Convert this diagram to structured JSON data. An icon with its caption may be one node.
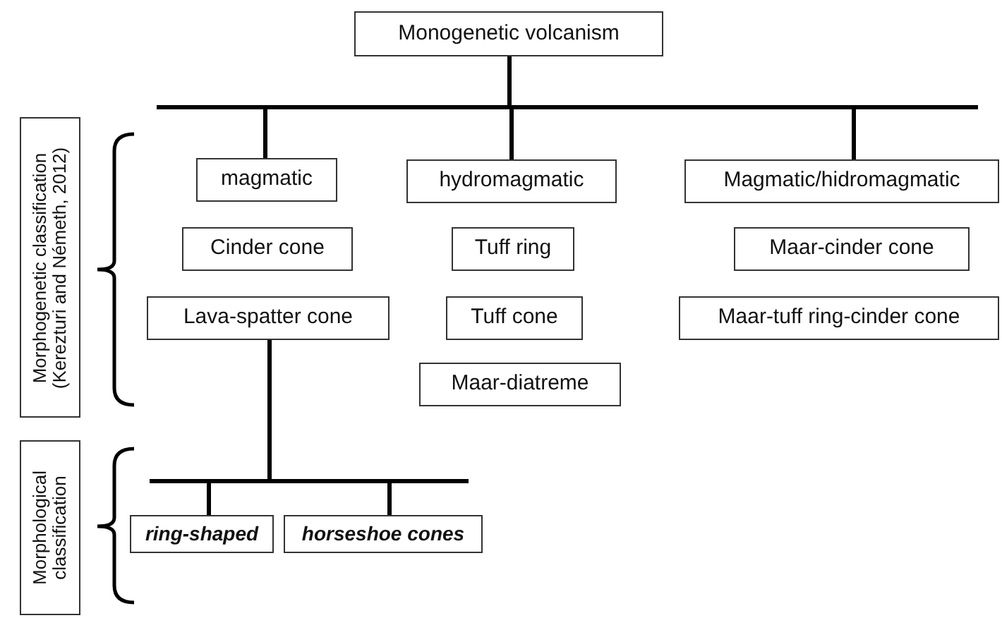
{
  "diagram": {
    "nodes": [
      {
        "text": [
          "Monogenetic volcanism"
        ]
      },
      {
        "text": [
          "Morphogenetic classification (Kerezturi and Németh, 2012)"
        ]
      },
      {
        "text": [
          "magmatic"
        ]
      },
      {
        "text": [
          "hydromagmatic"
        ]
      },
      {
        "text": [
          "Magmatic/hidromagmatic"
        ]
      },
      {
        "text": [
          "Cinder cone"
        ]
      },
      {
        "text": [
          "Tuff ring"
        ]
      },
      {
        "text": [
          "Maar-cinder cone"
        ]
      },
      {
        "text": [
          "Lava-spatter cone"
        ]
      },
      {
        "text": [
          "Tuff cone"
        ]
      },
      {
        "text": [
          "Maar-tuff ring-cinder cone"
        ]
      },
      {
        "text": [
          "Maar-diatreme"
        ]
      },
      {
        "text": [
          "Morphological classification"
        ]
      },
      {
        "text": [
          "ring-shaped"
        ]
      },
      {
        "text": [
          "horseshoe cones"
        ]
      }
    ],
    "edges": [
      {
        "from": 0,
        "to": 2,
        "arrow": "none"
      },
      {
        "from": 0,
        "to": 3,
        "arrow": "none"
      },
      {
        "from": 0,
        "to": 4,
        "arrow": "none"
      },
      {
        "from": 8,
        "to": 13,
        "arrow": "none"
      },
      {
        "from": 8,
        "to": 14,
        "arrow": "none"
      }
    ]
  }
}
